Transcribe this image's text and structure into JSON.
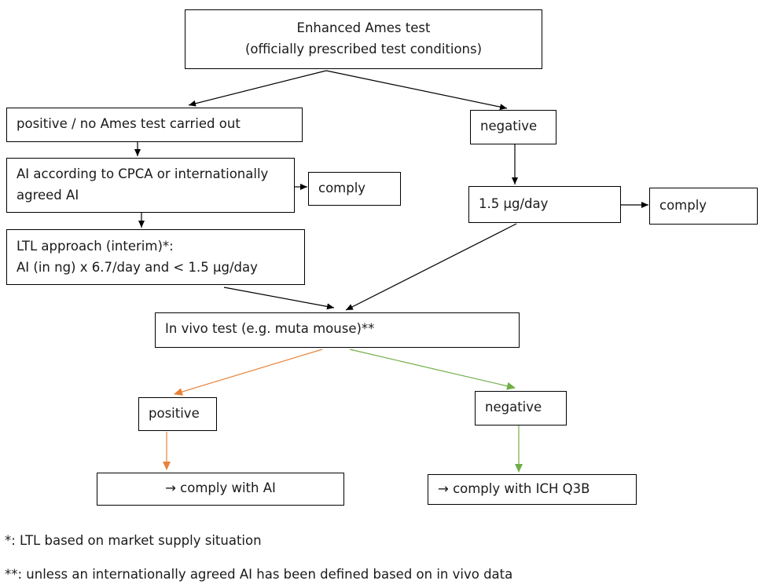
{
  "diagram": {
    "top_box": {
      "line1": "Enhanced Ames test",
      "line2": "(officially prescribed test conditions)"
    },
    "positive_box": "positive / no Ames test carried out",
    "negative_box": "negative",
    "ai_box": {
      "line1": "AI according to CPCA or internationally",
      "line2": "agreed AI"
    },
    "comply_left": "comply",
    "dose_box": "1.5 µg/day",
    "comply_right": "comply",
    "ltl_box": {
      "line1": "LTL approach (interim)*:",
      "line2": "AI (in ng) x 6.7/day and < 1.5 µg/day"
    },
    "invivo_box": "In vivo test (e.g. muta mouse)**",
    "invivo_positive": "positive",
    "invivo_negative": "negative",
    "result_positive": "→ comply with AI",
    "result_negative": "→ comply with ICH Q3B"
  },
  "footnotes": {
    "note1": "*: LTL based on market supply situation",
    "note2": "**: unless an internationally agreed AI has been defined based on in vivo data"
  },
  "colors": {
    "positive_arrow": "#e8823a",
    "negative_arrow": "#70ad47",
    "default_arrow": "#000000"
  }
}
